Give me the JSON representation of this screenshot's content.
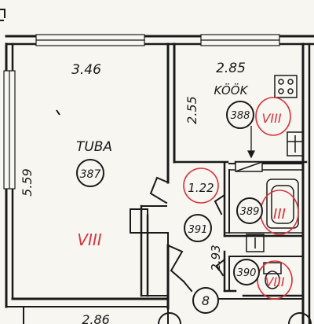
{
  "rooms": {
    "living": {
      "name": "TUBA",
      "number": "387",
      "width": "3.46",
      "length": "5.59",
      "mark": "VIII"
    },
    "kitchen": {
      "name": "KÖÖK",
      "number": "388",
      "width": "2.85",
      "length": "2.55",
      "mark": "VIII"
    },
    "corridor": {
      "number": "391",
      "area": "1.22",
      "length": "2.93"
    },
    "bath": {
      "number": "389",
      "mark": "III"
    },
    "wc": {
      "number": "390",
      "mark": "VIII"
    },
    "stair": {
      "number": "8"
    }
  },
  "bottom_dimension": "2.86",
  "colors": {
    "ink": "#1a1a1a",
    "red_mark": "#d8353d",
    "paper": "#f7f6f1"
  }
}
